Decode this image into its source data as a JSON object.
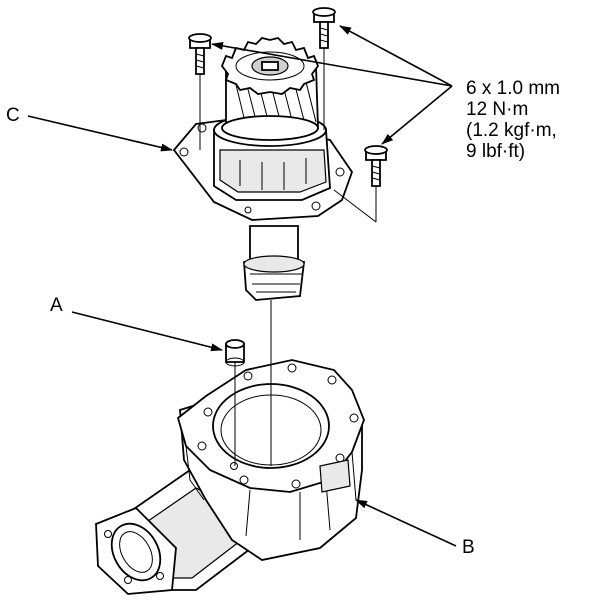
{
  "labels": {
    "a": "A",
    "b": "B",
    "c": "C"
  },
  "spec": {
    "line1": "6 x 1.0 mm",
    "line2": "12 N·m",
    "line3": "(1.2 kgf·m,",
    "line4": "9 lbf·ft)"
  }
}
